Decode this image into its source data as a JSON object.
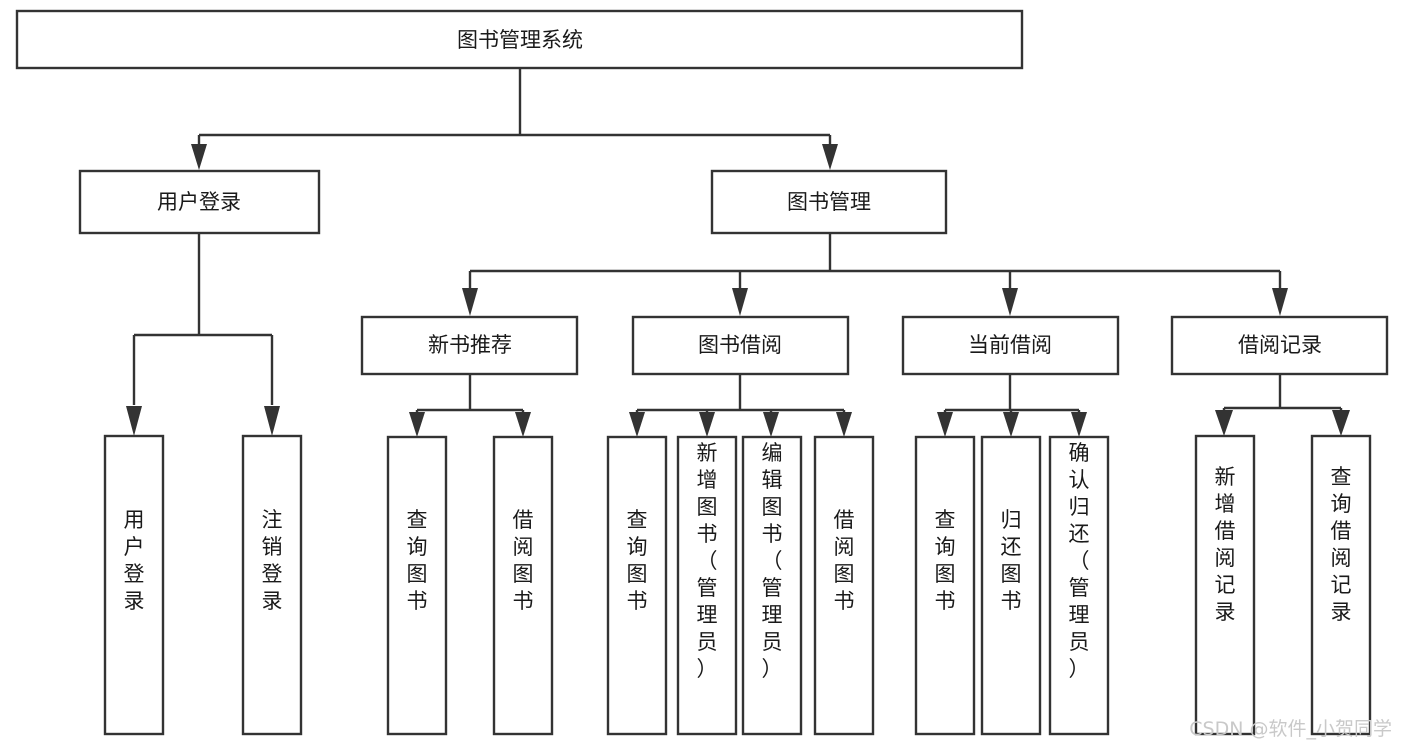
{
  "diagram": {
    "title": "图书管理系统",
    "type": "tree-hierarchy-chart",
    "orientation": "top-down",
    "colors": {
      "box_fill": "#ffffff",
      "box_stroke": "#333333",
      "text": "#1a1a1a",
      "background": "#ffffff",
      "watermark": "#c9c9c9"
    },
    "root": {
      "label": "图书管理系统",
      "text_orientation": "horizontal"
    },
    "level2": [
      {
        "label": "用户登录",
        "text_orientation": "horizontal"
      },
      {
        "label": "图书管理",
        "text_orientation": "horizontal"
      }
    ],
    "level3": [
      {
        "label": "新书推荐",
        "text_orientation": "horizontal",
        "parent": "图书管理"
      },
      {
        "label": "图书借阅",
        "text_orientation": "horizontal",
        "parent": "图书管理"
      },
      {
        "label": "当前借阅",
        "text_orientation": "horizontal",
        "parent": "图书管理"
      },
      {
        "label": "借阅记录",
        "text_orientation": "horizontal",
        "parent": "图书管理"
      }
    ],
    "leaves": {
      "用户登录": [
        {
          "label": "用户登录",
          "text_orientation": "vertical"
        },
        {
          "label": "注销登录",
          "text_orientation": "vertical"
        }
      ],
      "新书推荐": [
        {
          "label": "查询图书",
          "text_orientation": "vertical"
        },
        {
          "label": "借阅图书",
          "text_orientation": "vertical"
        }
      ],
      "图书借阅": [
        {
          "label": "查询图书",
          "text_orientation": "vertical"
        },
        {
          "label": "新增图书（管理员）",
          "text_orientation": "vertical"
        },
        {
          "label": "编辑图书（管理员）",
          "text_orientation": "vertical"
        },
        {
          "label": "借阅图书",
          "text_orientation": "vertical"
        }
      ],
      "当前借阅": [
        {
          "label": "查询图书",
          "text_orientation": "vertical"
        },
        {
          "label": "归还图书",
          "text_orientation": "vertical"
        },
        {
          "label": "确认归还（管理员）",
          "text_orientation": "vertical"
        }
      ],
      "借阅记录": [
        {
          "label": "新增借阅记录",
          "text_orientation": "vertical"
        },
        {
          "label": "查询借阅记录",
          "text_orientation": "vertical"
        }
      ]
    },
    "watermark": "CSDN @软件_小贺同学"
  }
}
